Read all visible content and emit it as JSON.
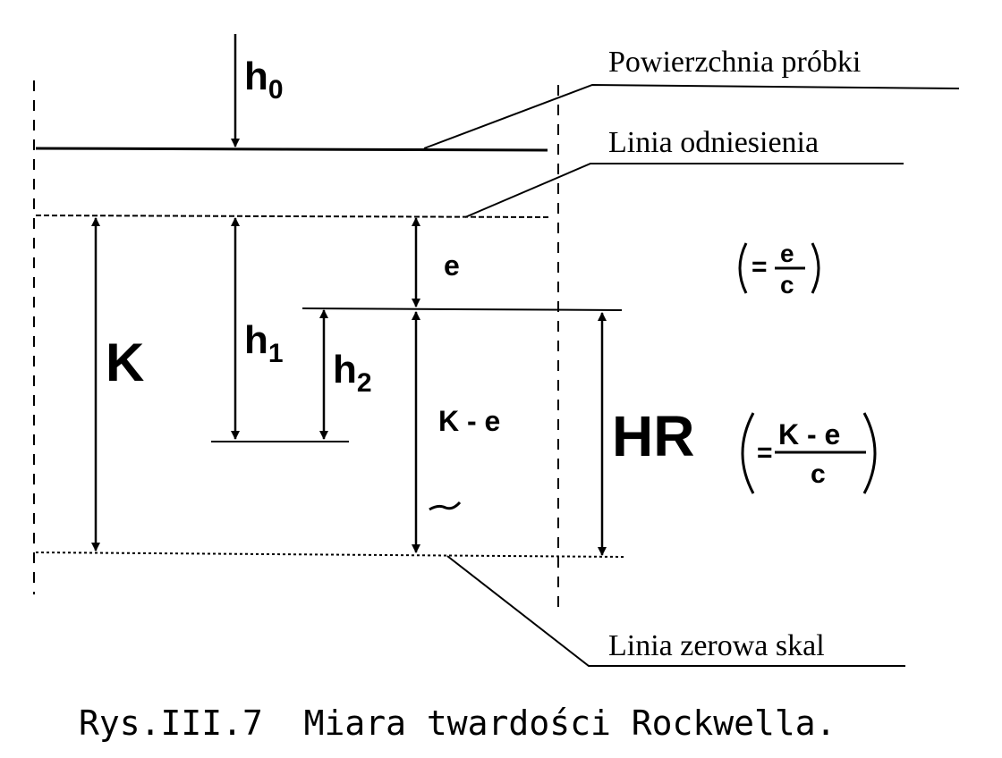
{
  "labels": {
    "surface": "Powierzchnia próbki",
    "reference": "Linia odniesienia",
    "zero": "Linia zerowa skal"
  },
  "symbols": {
    "h0": "h",
    "h0_sub": "0",
    "h1": "h",
    "h1_sub": "1",
    "h2": "h",
    "h2_sub": "2",
    "e": "e",
    "K": "K",
    "K_minus_e": "K - e",
    "HR": "HR"
  },
  "formulas": {
    "e_over_c": {
      "prefix": "=",
      "numerator": "e",
      "denominator": "c"
    },
    "hr_def": {
      "prefix": "=",
      "numerator": "K - e",
      "denominator": "c"
    }
  },
  "caption": "Rys.III.7  Miara twardości Rockwella."
}
